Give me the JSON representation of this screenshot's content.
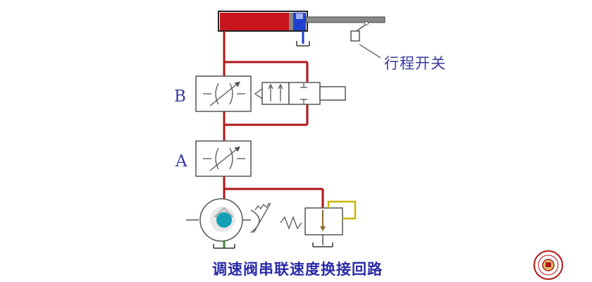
{
  "labels": {
    "valve_b": "B",
    "valve_a": "A",
    "limit_switch": "行程开关"
  },
  "caption": "调速阀串联速度换接回路",
  "colors": {
    "oil_line": "#b0151a",
    "return_line": "#1e3fd0",
    "cylinder_fill": "#c8141c",
    "component_stroke": "#555555",
    "text": "#3a3aa0",
    "relief_pilot": "#c8b400",
    "pump_core": "#14a0b4"
  },
  "icons": {
    "logo": "university-seal-icon"
  }
}
